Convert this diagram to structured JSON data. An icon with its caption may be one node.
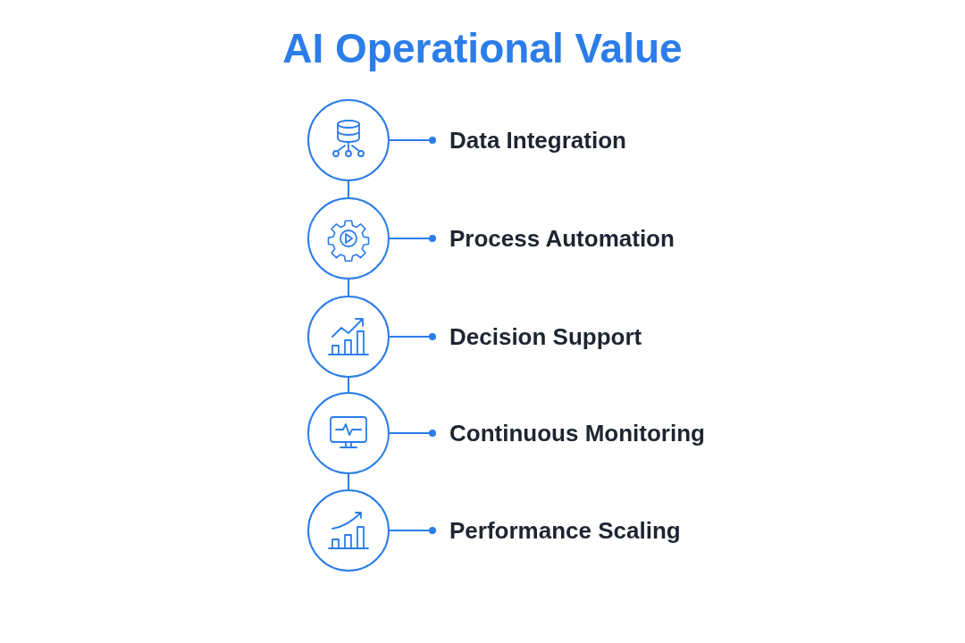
{
  "diagram": {
    "title": "AI Operational Value",
    "nodes": [
      {
        "text": [],
        "shape": "circle"
      },
      {
        "text": [
          "Data Integration"
        ]
      },
      {
        "text": [],
        "shape": "circle"
      },
      {
        "text": [
          "Process Automation"
        ]
      },
      {
        "text": [],
        "shape": "circle"
      },
      {
        "text": [
          "Decision Support"
        ]
      },
      {
        "text": [],
        "shape": "circle"
      },
      {
        "text": [
          "Continuous Monitoring"
        ]
      },
      {
        "text": [],
        "shape": "circle"
      },
      {
        "text": [
          "Performance Scaling"
        ]
      }
    ],
    "edges": [
      {
        "from": 0,
        "to": 1,
        "arrow": "other"
      },
      {
        "from": 2,
        "to": 3,
        "arrow": "other"
      },
      {
        "from": 4,
        "to": 5,
        "arrow": "other"
      },
      {
        "from": 6,
        "to": 7,
        "arrow": "other"
      },
      {
        "from": 8,
        "to": 9,
        "arrow": "other"
      },
      {
        "from": 0,
        "to": 2,
        "arrow": "none"
      },
      {
        "from": 2,
        "to": 4,
        "arrow": "none"
      },
      {
        "from": 4,
        "to": 6,
        "arrow": "none"
      },
      {
        "from": 6,
        "to": 8,
        "arrow": "none"
      }
    ]
  }
}
